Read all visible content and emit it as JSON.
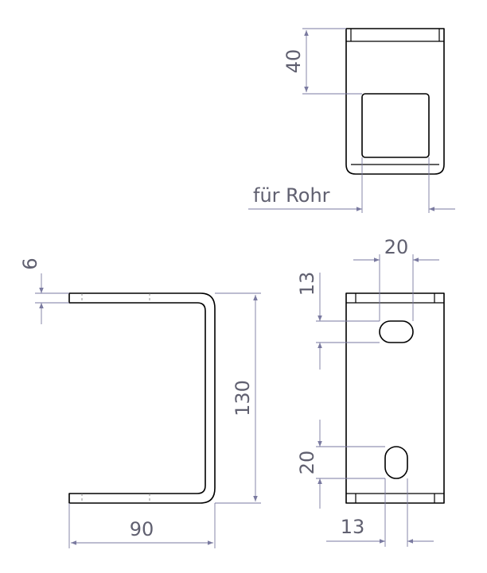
{
  "drawing": {
    "top_view": {
      "height_40": "40",
      "opening_label": "für Rohr"
    },
    "front_view": {
      "thickness_6": "6",
      "height_130": "130",
      "width_90": "90"
    },
    "side_view": {
      "slot_spacing_20": "20",
      "slot_offset_13": "13",
      "slot_length_20": "20",
      "slot_width_13": "13"
    }
  }
}
